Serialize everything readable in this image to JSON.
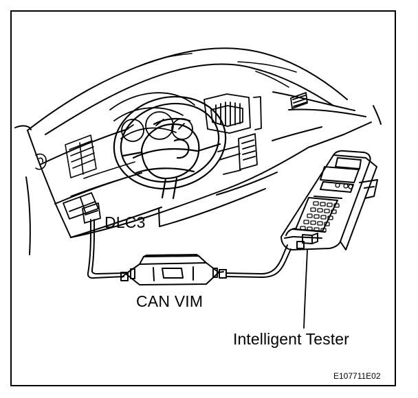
{
  "labels": {
    "dlc3": "DLC3",
    "can_vim": "CAN VIM",
    "intelligent_tester": "Intelligent Tester",
    "figure_code": "E107711E02"
  },
  "colors": {
    "line": "#000000",
    "background": "#ffffff"
  }
}
